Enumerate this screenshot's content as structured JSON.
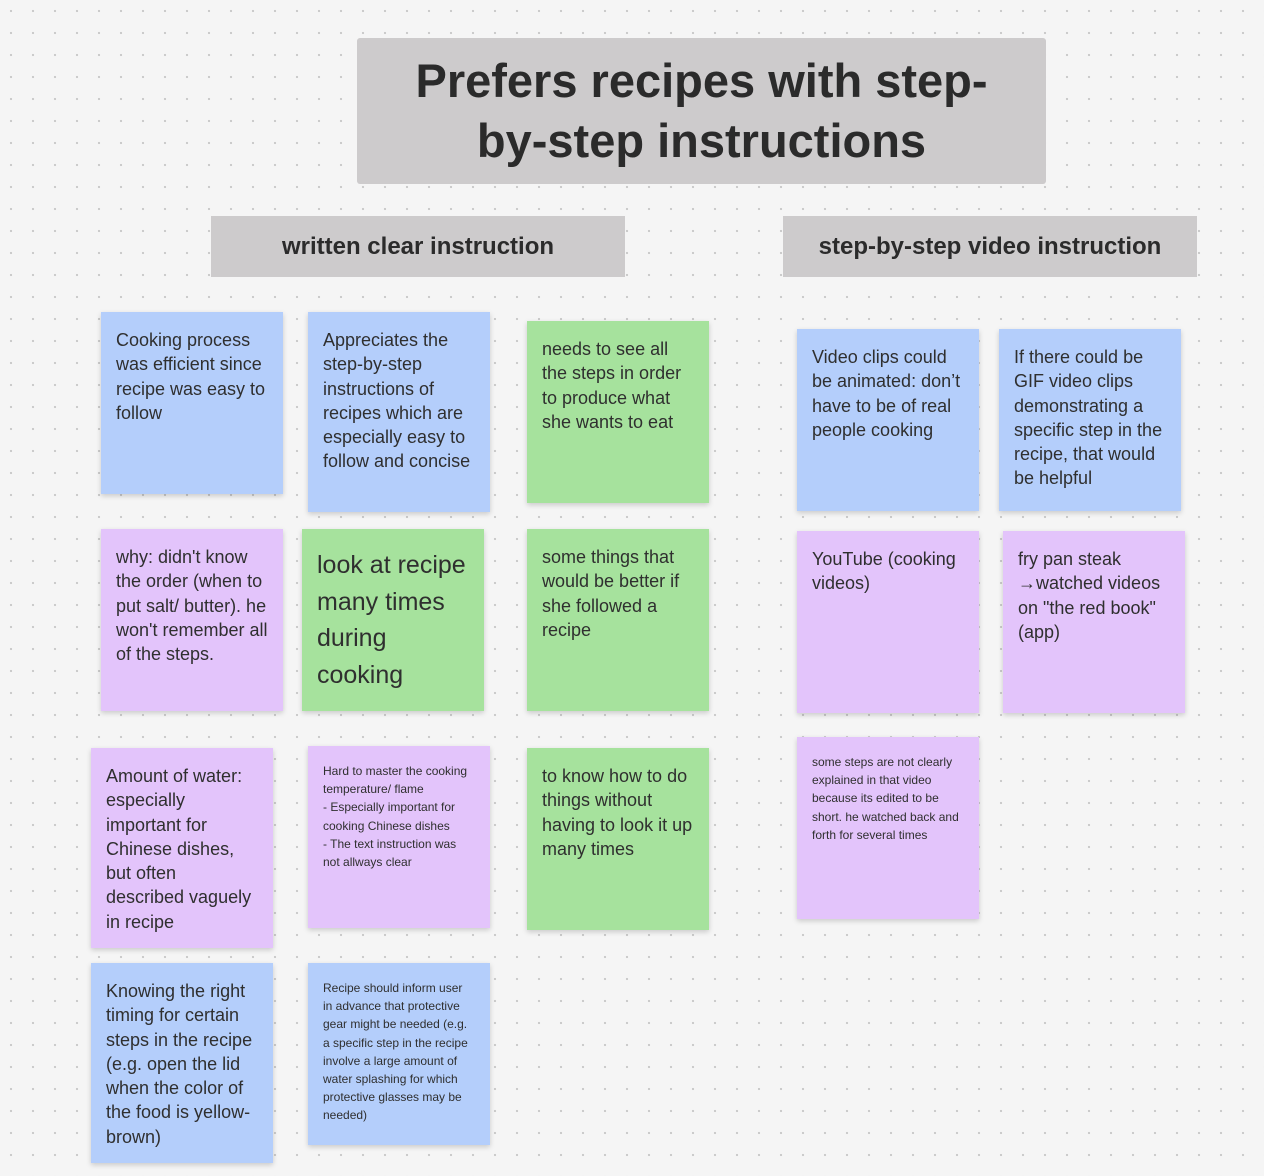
{
  "title": "Prefers recipes with step-by-step instructions",
  "sections": {
    "written": "written clear instruction",
    "video": "step-by-step video instruction"
  },
  "notes": {
    "cooking_efficient": "Cooking process was efficient since recipe was easy to follow",
    "appreciates_steps": "Appreciates the step-by-step instructions of recipes which are especially easy to follow and concise",
    "see_all_steps": "needs to see all the steps in order to produce what she wants to eat",
    "why_order": "why: didn't know the order (when to put salt/ butter). he won't remember all of the steps.",
    "look_many_times": "look at recipe many times during cooking",
    "better_if_followed": "some things that would be better if she followed a recipe",
    "amount_water": "Amount of water: especially important for Chinese dishes, but often described vaguely in recipe",
    "hard_master": "Hard to master the cooking temperature/ flame\n    - Especially important for cooking Chinese dishes\n    - The text instruction was not allways clear",
    "know_without_looking": "to know how to do things without having to look it up many times",
    "right_timing": "Knowing the right timing for certain steps in the recipe (e.g. open the lid when the color of the food is yellow-brown)",
    "protective_gear": "Recipe should inform user in advance that protective gear might be needed (e.g. a specific step in the recipe involve a large amount of water splashing for which protective glasses may be needed)",
    "animated_clips": "Video clips could be animated: don’t have to be of real people cooking",
    "gif_clips": "If there could be GIF video clips demonstrating a specific step in the recipe, that would be helpful",
    "youtube": "YouTube (cooking videos)",
    "fry_pan": "fry pan steak →watched videos on \"the red book\"(app)",
    "steps_not_clear": "some steps are not clearly explained in that video because its edited to be short. he watched back and forth for several times"
  },
  "colors": {
    "blue": "#b4cefb",
    "purple": "#e3c4fb",
    "green": "#a6e29d",
    "header_gray": "#cdcbcc"
  }
}
